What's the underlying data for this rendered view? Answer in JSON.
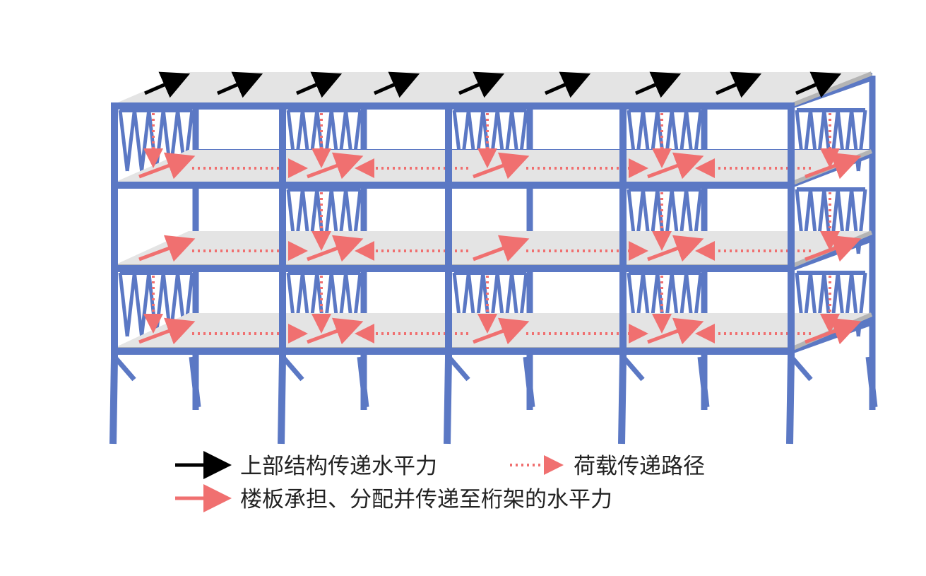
{
  "colors": {
    "frame": "#5b78c4",
    "slab": "#e4e4e4",
    "slab_edge": "#b4b4b4",
    "roof_force": "#000000",
    "floor_force": "#f07070",
    "load_path": "#f07070"
  },
  "icons": {
    "roof_force": "solid-black-arrow-icon",
    "floor_force": "solid-red-arrow-icon",
    "load_path": "dotted-red-arrow-icon"
  },
  "legend": {
    "roof_force_label": "上部结构传递水平力",
    "load_path_label": "荷载传递路径",
    "floor_force_label": "楼板承担、分配并传递至桁架的水平力"
  },
  "structure": {
    "stories": 3,
    "bays": 4,
    "truss_bays": [
      [
        true,
        true,
        true,
        true,
        true
      ],
      [
        false,
        true,
        false,
        true,
        true
      ],
      [
        true,
        true,
        true,
        true,
        true
      ]
    ]
  }
}
